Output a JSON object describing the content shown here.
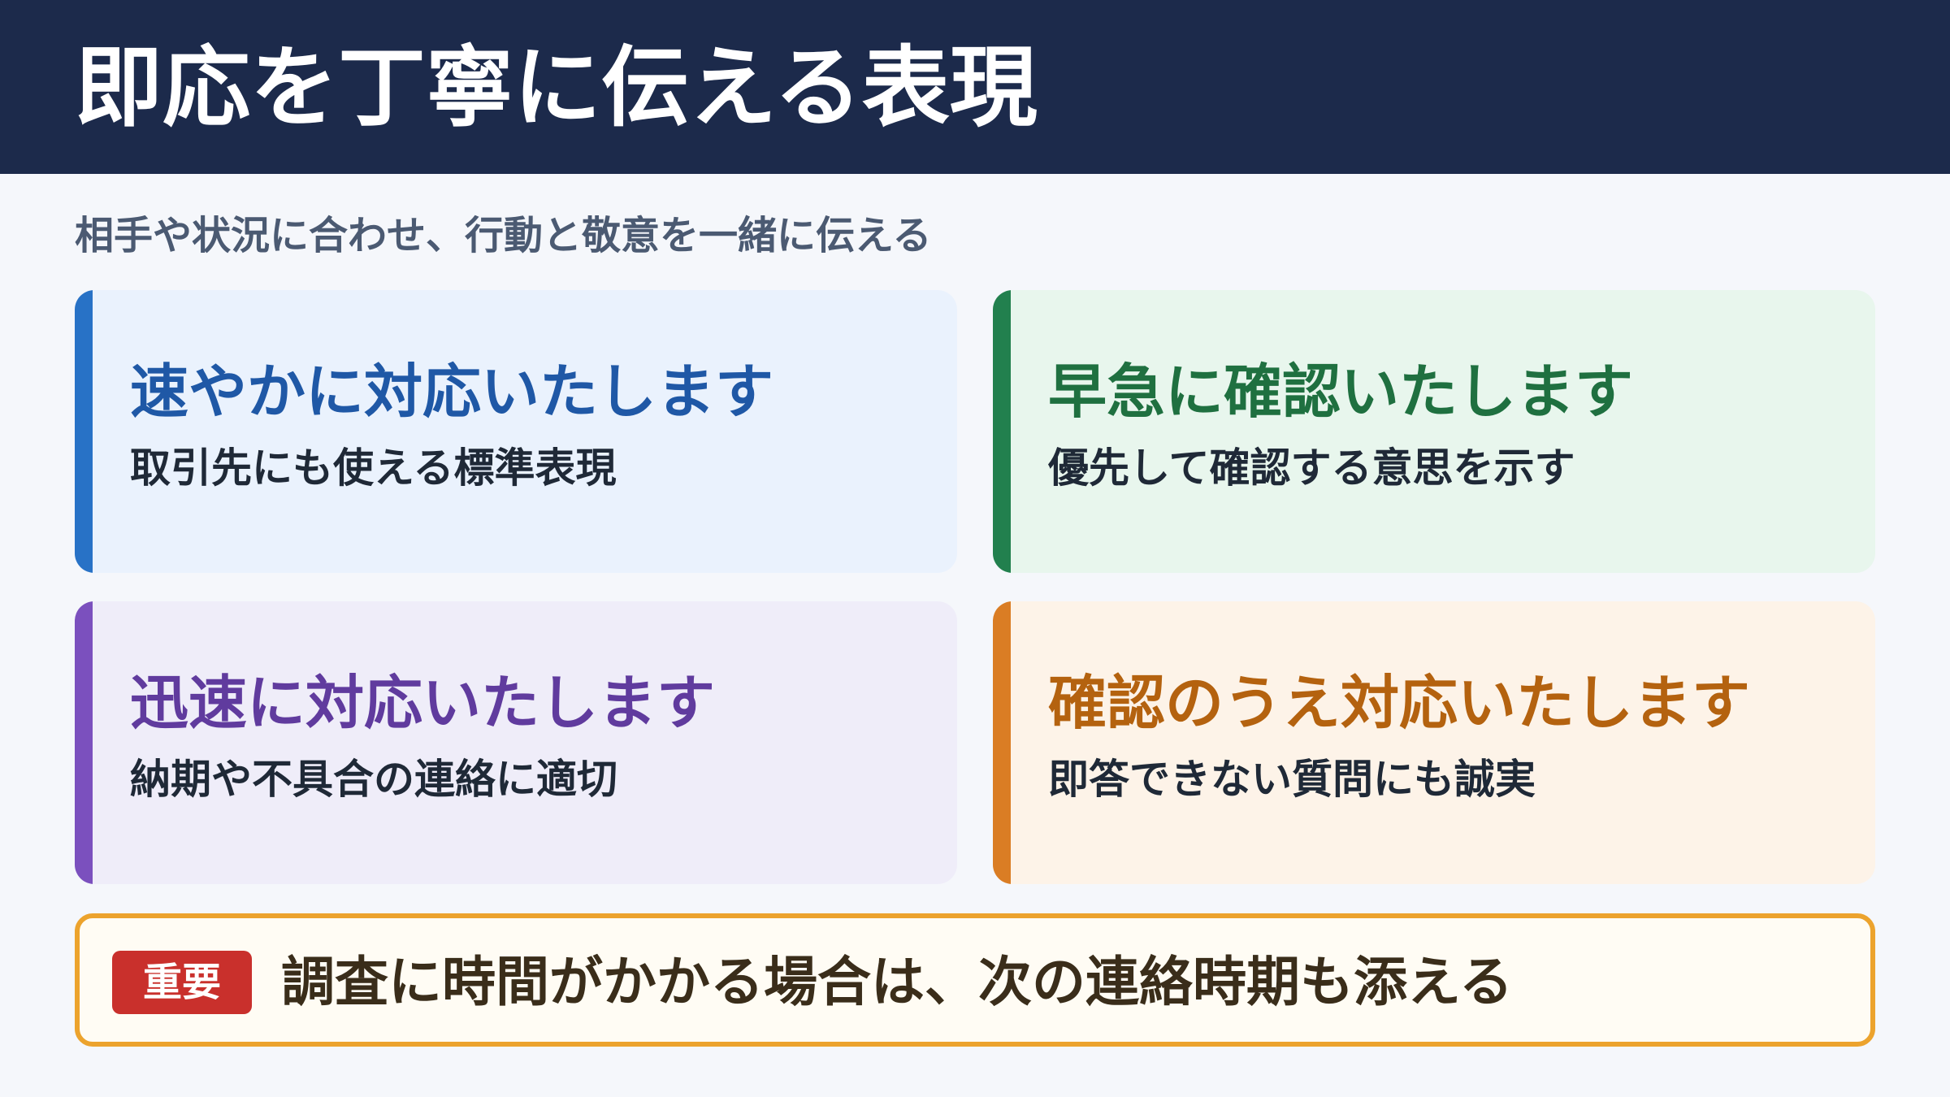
{
  "header": {
    "title": "即応を丁寧に伝える表現",
    "background": "#1c2a4b"
  },
  "subtitle": "相手や状況に合わせ、行動と敬意を一緒に伝える",
  "cards": [
    {
      "title": "速やかに対応いたします",
      "description": "取引先にも使える標準表現",
      "accent_color": "#2872c6",
      "background": "#eaf2fd"
    },
    {
      "title": "早急に確認いたします",
      "description": "優先して確認する意思を示す",
      "accent_color": "#22804e",
      "background": "#e8f6ed"
    },
    {
      "title": "迅速に対応いたします",
      "description": "納期や不具合の連絡に適切",
      "accent_color": "#7b50be",
      "background": "#efedf9"
    },
    {
      "title": "確認のうえ対応いたします",
      "description": "即答できない質問にも誠実",
      "accent_color": "#da7d24",
      "background": "#fdf3e8"
    }
  ],
  "notice": {
    "badge": "重要",
    "badge_color": "#c9302c",
    "text": "調査に時間がかかる場合は、次の連絡時期も添える",
    "border_color": "#eca32d"
  }
}
